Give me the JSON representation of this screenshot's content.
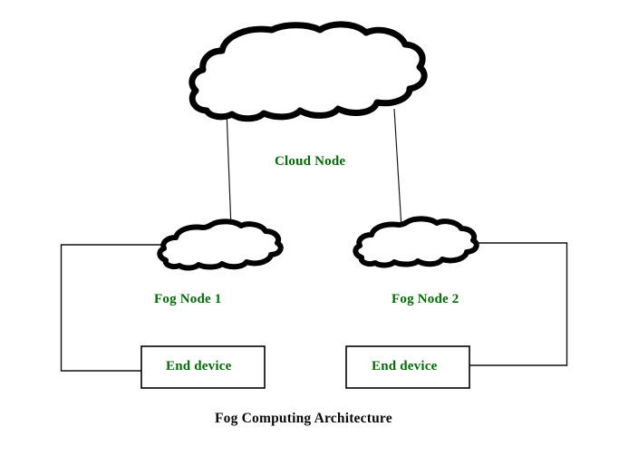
{
  "diagram": {
    "caption": "Fog Computing Architecture",
    "background_color": "#ffffff",
    "label_color": "#046A06",
    "caption_color": "#0a0a0a",
    "stroke_color": "#000000",
    "nodes": {
      "cloud": {
        "label": "Cloud Node",
        "shape": "cloud-icon"
      },
      "fog_1": {
        "label": "Fog Node 1",
        "shape": "cloud-icon"
      },
      "fog_2": {
        "label": "Fog Node 2",
        "shape": "cloud-icon"
      },
      "end_device_1": {
        "label": "End device",
        "shape": "rectangle"
      },
      "end_device_2": {
        "label": "End device",
        "shape": "rectangle"
      }
    },
    "connections": [
      {
        "from": "cloud",
        "to": "fog_1",
        "style": "thin-line"
      },
      {
        "from": "cloud",
        "to": "fog_2",
        "style": "thin-line"
      },
      {
        "from": "fog_1",
        "to": "end_device_1",
        "style": "orthogonal-left-bracket"
      },
      {
        "from": "fog_2",
        "to": "end_device_2",
        "style": "orthogonal-right-bracket"
      }
    ]
  }
}
